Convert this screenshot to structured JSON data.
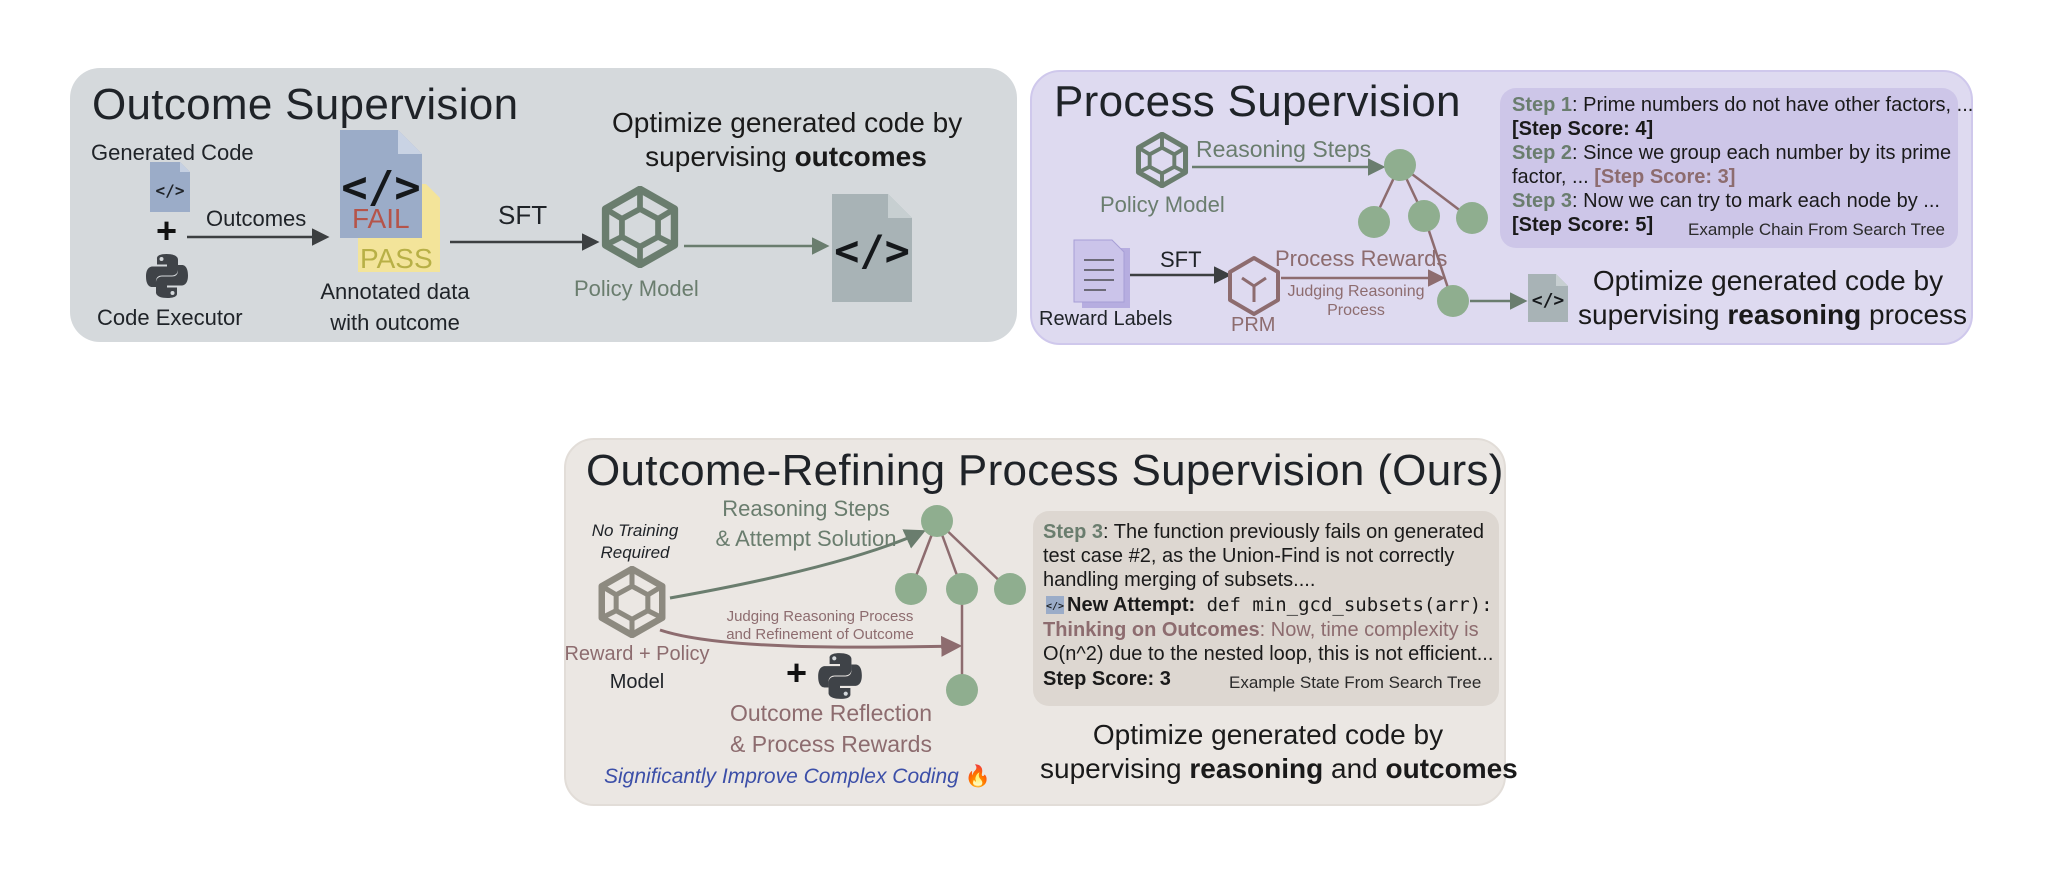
{
  "outcome": {
    "title": "Outcome Supervision",
    "generated_code": "Generated Code",
    "outcomes_label": "Outcomes",
    "code_executor": "Code Executor",
    "plus": "+",
    "fail": "FAIL",
    "pass": "PASS",
    "annotated_1": "Annotated data",
    "annotated_2": "with outcome",
    "sft": "SFT",
    "policy_model": "Policy Model",
    "caption_1": "Optimize generated code by",
    "caption_2a": "supervising ",
    "caption_2b": "outcomes",
    "code_glyph": "</>"
  },
  "process": {
    "title": "Process Supervision",
    "reasoning_steps": "Reasoning Steps",
    "policy_model": "Policy Model",
    "sft": "SFT",
    "process_rewards": "Process Rewards",
    "judging_1": "Judging Reasoning",
    "judging_2": "Process",
    "reward_labels": "Reward Labels",
    "prm": "PRM",
    "caption_1": "Optimize generated code by",
    "caption_2a": "supervising ",
    "caption_2b": "reasoning",
    "caption_2c": " process",
    "steps": [
      {
        "label": "Step 1",
        "text": ": Prime numbers do not have other factors, ..."
      },
      {
        "score": "[Step Score: 4]"
      },
      {
        "label": "Step 2",
        "text": ": Since we group each number by its prime"
      },
      {
        "text": "factor, ... ",
        "score": "[Step Score: 3]"
      },
      {
        "label": "Step 3",
        "text": ": Now we can try to mark each node by ..."
      },
      {
        "score": "[Step Score: 5]"
      }
    ],
    "example_caption": "Example Chain From Search Tree"
  },
  "orps": {
    "title": "Outcome-Refining Process Supervision (Ours)",
    "no_training_1": "No Training",
    "no_training_2": "Required",
    "reward_policy": "Reward + Policy",
    "model": "Model",
    "reasoning_1": "Reasoning Steps",
    "reasoning_2": "& Attempt Solution",
    "judging_1": "Judging Reasoning Process",
    "judging_2": "and Refinement of Outcome",
    "plus": "+",
    "reflection_1": "Outcome Reflection",
    "reflection_2": "& Process Rewards",
    "improve": "Significantly Improve Complex Coding",
    "fire": "🔥",
    "box": {
      "step_label": "Step 3",
      "line1": ": The function previously fails on generated",
      "line2": "test case #2, as the Union-Find is not correctly",
      "line3": "handling  merging of subsets....",
      "attempt_label": "New Attempt:",
      "attempt_code": " def min_gcd_subsets(arr):",
      "thinking_label": "Thinking on Outcomes",
      "thinking_1": ": Now, time complexity is",
      "thinking_2": "O(n^2) due to the nested loop, this is not efficient...",
      "score": "Step Score: 3",
      "example_caption": "Example State From Search Tree"
    },
    "caption_1": "Optimize generated code by",
    "caption_2a": "supervising ",
    "caption_2b": "reasoning",
    "caption_2c": " and ",
    "caption_2d": "outcomes"
  },
  "colors": {
    "green": "#6a7d6e",
    "mauve": "#8d6c6f",
    "doc_blue": "#9bacc8",
    "doc_yellow": "#f3e49a",
    "doc_gray": "#a8b3b6",
    "node_green": "#8fae8f",
    "blue_text": "#3c4fa8"
  },
  "icons": [
    "code-file-icon",
    "python-icon",
    "policy-model-icon",
    "prm-icon",
    "document-icon",
    "tree-node-icon",
    "fire-icon"
  ]
}
